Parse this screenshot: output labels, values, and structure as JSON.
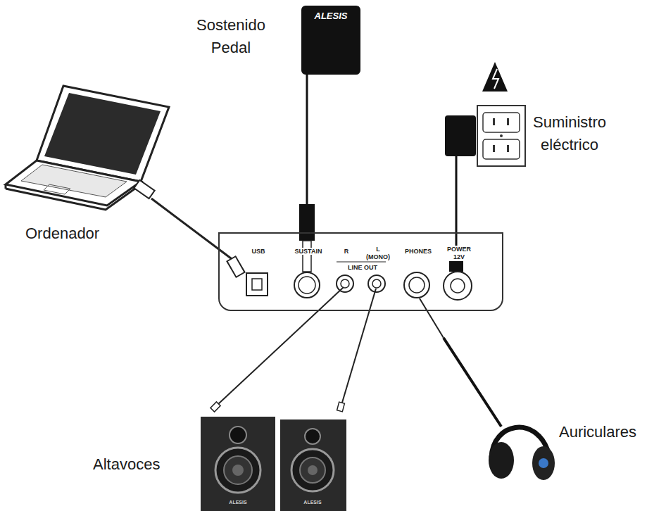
{
  "diagram": {
    "nodes": [
      {
        "text": [
          "USB",
          "SUSTAIN",
          "R",
          "L (MONO)",
          "LINE OUT",
          "PHONES",
          "POWER 12V"
        ]
      }
    ],
    "labels": [
      "Sostenido Pedal",
      "ALESIS",
      "Suministro eléctrico",
      "Ordenador",
      "Altavoces",
      "ALESIS",
      "ALESIS",
      "Auriculares"
    ]
  }
}
